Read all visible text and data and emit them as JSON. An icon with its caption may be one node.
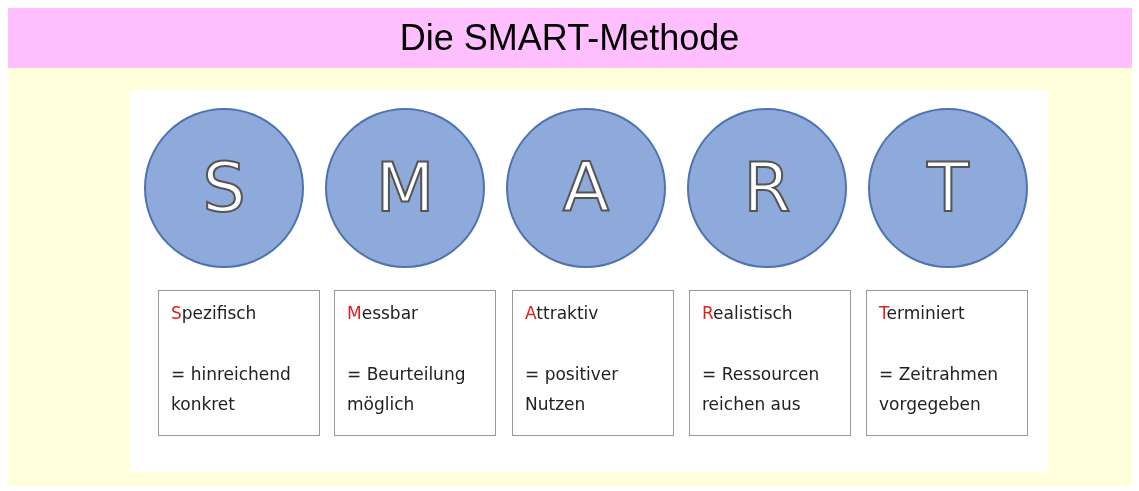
{
  "diagram": {
    "title": "Die SMART-Methode",
    "nodes": [
      {
        "text": [
          "S"
        ]
      },
      {
        "text": [
          "M"
        ]
      },
      {
        "text": [
          "A"
        ]
      },
      {
        "text": [
          "R"
        ]
      },
      {
        "text": [
          "T"
        ]
      },
      {
        "text": [
          "Spezifisch",
          "= hinreichend konkret"
        ]
      },
      {
        "text": [
          "Messbar",
          "= Beurteilung möglich"
        ]
      },
      {
        "text": [
          "Attraktiv",
          "= positiver Nutzen"
        ]
      },
      {
        "text": [
          "Realistisch",
          "= Ressourcen reichen aus"
        ]
      },
      {
        "text": [
          "Terminiert",
          "= Zeitrahmen vorgegeben"
        ]
      }
    ],
    "edges": []
  }
}
